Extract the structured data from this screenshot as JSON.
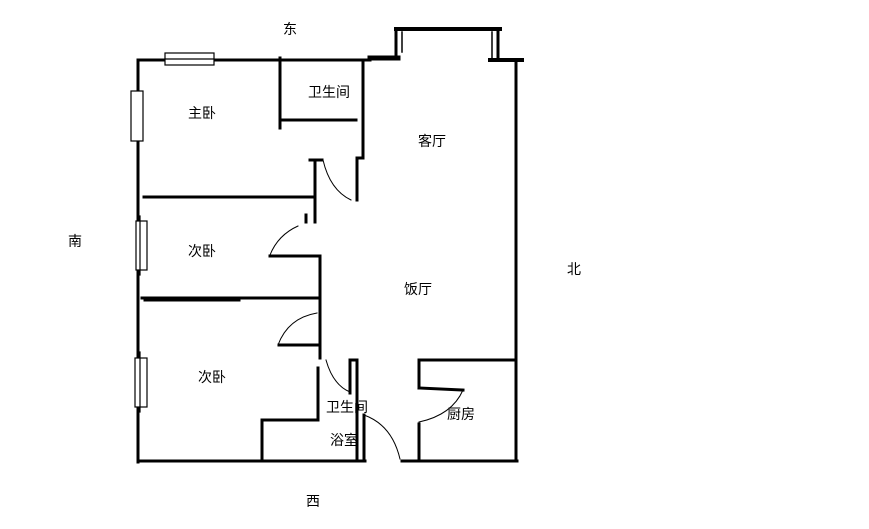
{
  "compass": {
    "east": "东",
    "west": "西",
    "south": "南",
    "north": "北"
  },
  "rooms": {
    "master_bedroom": "主卧",
    "bathroom_top": "卫生间",
    "living_room": "客厅",
    "second_bedroom_1": "次卧",
    "dining_room": "饭厅",
    "second_bedroom_2": "次卧",
    "bathroom_bottom": "卫生间",
    "shower_room": "浴室",
    "kitchen": "厨房"
  },
  "colors": {
    "wall": "#000000",
    "background": "#ffffff"
  }
}
